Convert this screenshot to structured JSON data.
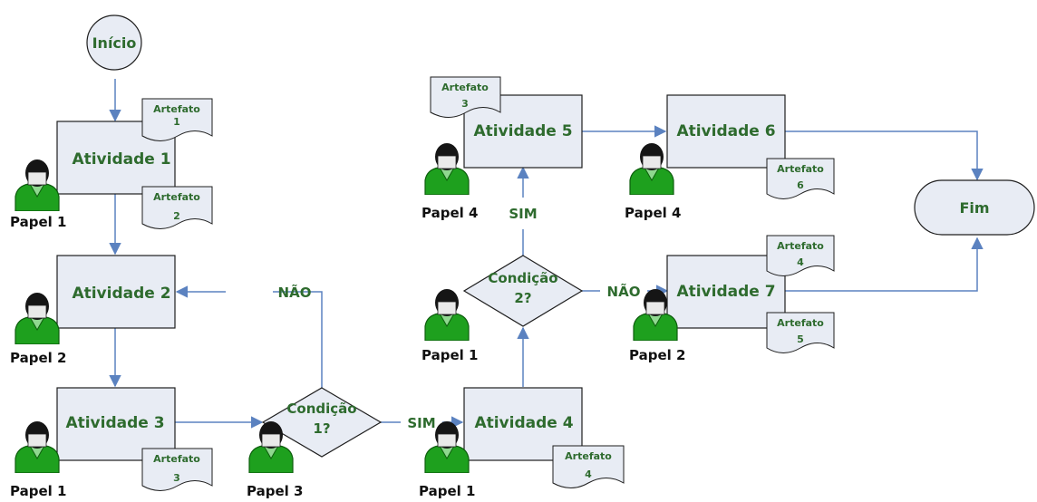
{
  "start_label": "Início",
  "end_label": "Fim",
  "activities": {
    "a1": "Atividade 1",
    "a2": "Atividade 2",
    "a3": "Atividade 3",
    "a4": "Atividade 4",
    "a5": "Atividade 5",
    "a6": "Atividade 6",
    "a7": "Atividade 7"
  },
  "conditions": {
    "c1": [
      "Condição",
      "1?"
    ],
    "c2": [
      "Condição",
      "2?"
    ]
  },
  "artifacts": {
    "art1": [
      "Artefato",
      "1"
    ],
    "art2": [
      "Artefato",
      "2"
    ],
    "art3a": [
      "Artefato",
      "3"
    ],
    "art3b": [
      "Artefato",
      "3"
    ],
    "art4a": [
      "Artefato",
      "4"
    ],
    "art4b": [
      "Artefato",
      "4"
    ],
    "art5": [
      "Artefato",
      "5"
    ],
    "art6": [
      "Artefato",
      "6"
    ]
  },
  "roles": {
    "r_a1": "Papel 1",
    "r_a2": "Papel 2",
    "r_a3": "Papel 1",
    "r_c1": "Papel 3",
    "r_a4": "Papel 1",
    "r_c2": "Papel 1",
    "r_a5": "Papel 4",
    "r_a6": "Papel 4",
    "r_a7": "Papel 2"
  },
  "edge_labels": {
    "c1_no": "NÃO",
    "c1_yes": "SIM",
    "c2_yes": "SIM",
    "c2_no": "NÃO"
  },
  "colors": {
    "activity_fill": "#e8ecf4",
    "text_green": "#2e6b2e",
    "arrow_blue": "#5b82c0",
    "person_green": "#1ea01e"
  }
}
